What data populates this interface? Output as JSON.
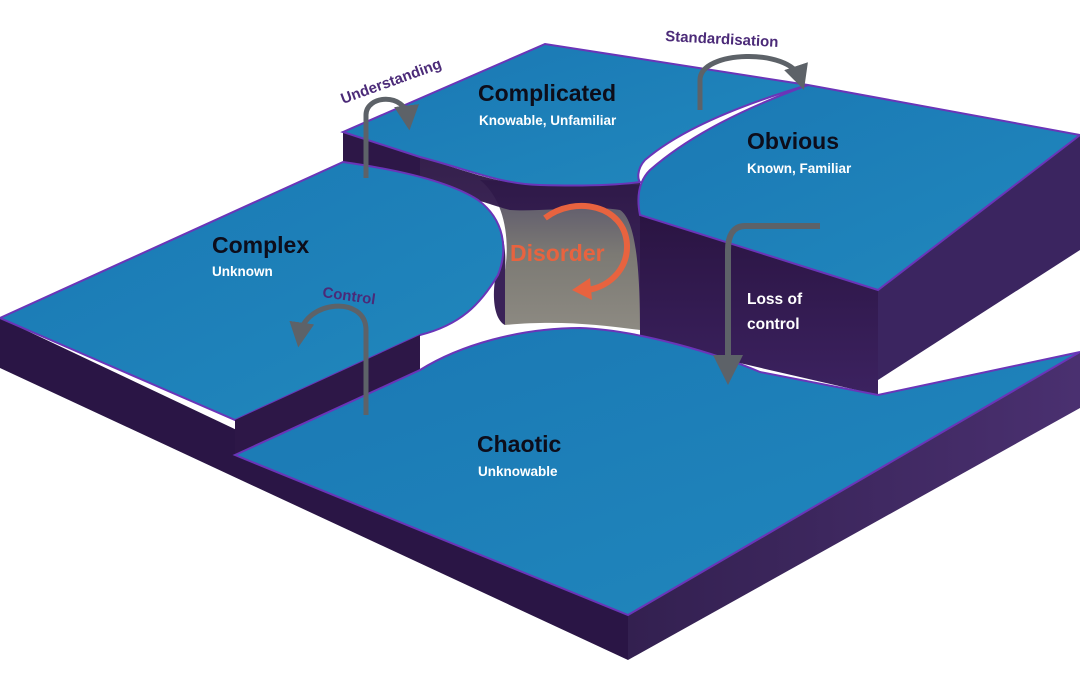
{
  "domains": {
    "complicated": {
      "title": "Complicated",
      "subtitle": "Knowable, Unfamiliar"
    },
    "obvious": {
      "title": "Obvious",
      "subtitle": "Known, Familiar"
    },
    "complex": {
      "title": "Complex",
      "subtitle": "Unknown"
    },
    "chaotic": {
      "title": "Chaotic",
      "subtitle": "Unknowable"
    },
    "disorder": {
      "title": "Disorder"
    }
  },
  "transitions": {
    "understanding": "Understanding",
    "standardisation": "Standardisation",
    "control": "Control",
    "loss_of_control_line1": "Loss of",
    "loss_of_control_line2": "control"
  },
  "colors": {
    "surface": "#1f7fb8",
    "side": "#2d1747",
    "edge": "#6a35b8",
    "pit": "#7a7872",
    "arrow": "#5d6268",
    "disorder": "#e8633f"
  }
}
